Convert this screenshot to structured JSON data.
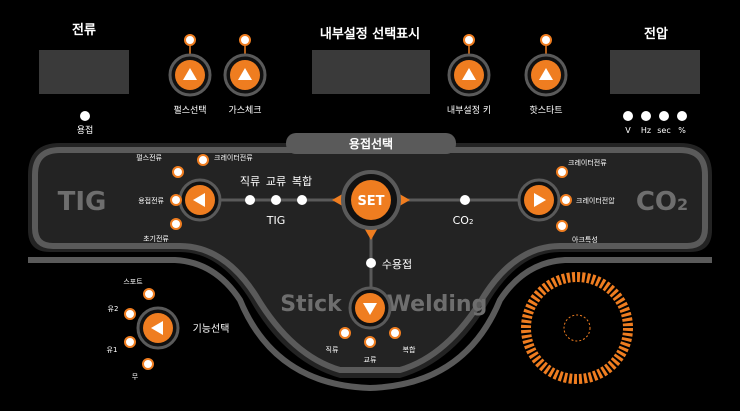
{
  "colors": {
    "background": "#000000",
    "panel": "#232323",
    "display": "#3a3a3a",
    "accent": "#ef7d20",
    "track": "#5a5a5a",
    "led_off": "#ffffff",
    "text": "#ffffff",
    "mode_text": "#6e6e6e"
  },
  "header": {
    "current_label": "전류",
    "internal_label": "내부설정 선택표시",
    "voltage_label": "전압"
  },
  "top_buttons": {
    "pulse": "펄스선택",
    "gas_check": "가스체크",
    "internal_key": "내부설정 키",
    "hot_start": "핫스타트"
  },
  "current_led_label": "용접",
  "units": [
    "V",
    "Hz",
    "sec",
    "%"
  ],
  "weld_select_title": "용접선택",
  "modes": {
    "tig": "TIG",
    "co2": "CO",
    "co2_sub": "2",
    "stick": "Stick",
    "welding": "Welding"
  },
  "set_label": "SET",
  "tig_options": {
    "pulse_current": "펄스전류",
    "crater_current": "크레이터전류",
    "weld_current": "용접전류",
    "initial_current": "초기전류"
  },
  "path_labels": {
    "dc": "직류",
    "ac": "교류",
    "mixed": "복합",
    "tig_small": "TIG",
    "co2_small": "CO",
    "co2_small_sub": "2",
    "stick_weld": "수용접"
  },
  "co2_options": {
    "crater_current": "크레이터전류",
    "crater_voltage": "크레이터전압",
    "arc_char": "아크특성"
  },
  "stick_options": {
    "dc": "직류",
    "ac": "교류",
    "mixed": "복합"
  },
  "function_select": {
    "label": "기능선택",
    "items": [
      "스포트",
      "유2",
      "유1",
      "무"
    ]
  }
}
